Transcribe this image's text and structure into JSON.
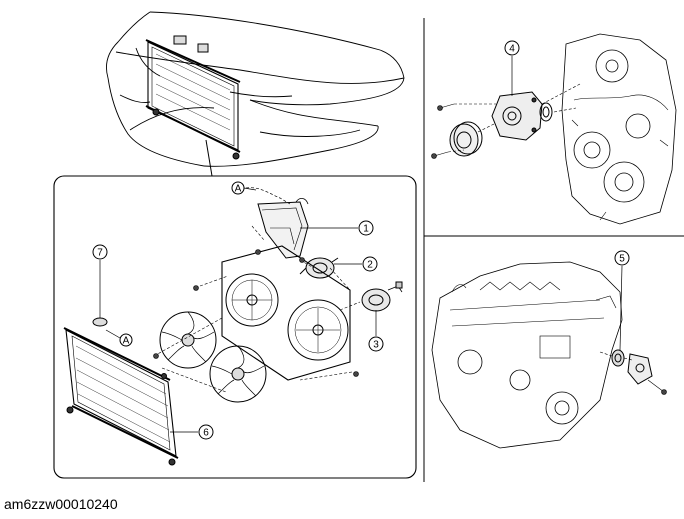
{
  "image_code": "am6zzw00010240",
  "callouts": {
    "c1": "1",
    "c2": "2",
    "c3": "3",
    "c4": "4",
    "c5": "5",
    "c6": "6",
    "c7": "7"
  },
  "refs": {
    "a_top": "A",
    "a_left": "A"
  }
}
